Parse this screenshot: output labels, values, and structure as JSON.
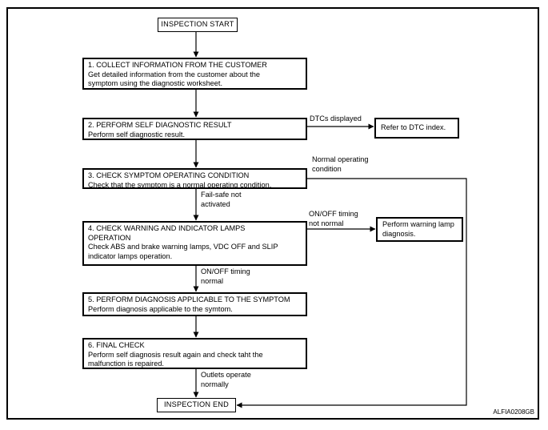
{
  "colors": {
    "line": "#000000",
    "background": "#ffffff",
    "text": "#000000"
  },
  "flow": {
    "start_label": "INSPECTION START",
    "end_label": "INSPECTION END",
    "figure_id": "ALFIA0208GB",
    "steps": [
      {
        "title": "1. COLLECT INFORMATION FROM THE CUSTOMER",
        "body": "Get detailed information from the customer about the\nsymptom using the diagnostic worksheet."
      },
      {
        "title": "2. PERFORM SELF DIAGNOSTIC RESULT",
        "body": "Perform self diagnostic result."
      },
      {
        "title": "3. CHECK SYMPTOM OPERATING CONDITION",
        "body": "Check that the symptom is a normal operating condition."
      },
      {
        "title": "4. CHECK WARNING AND INDICATOR LAMPS\nOPERATION",
        "body": "Check ABS and brake warning lamps, VDC OFF and SLIP\nindicator lamps operation."
      },
      {
        "title": "5. PERFORM DIAGNOSIS APPLICABLE TO THE SYMPTOM",
        "body": "Perform diagnosis applicable to the symtom."
      },
      {
        "title": "6. FINAL CHECK",
        "body": "Perform self diagnosis result again and check taht the\nmalfunction is repaired."
      }
    ],
    "branch_boxes": {
      "dtc_index": "Refer to DTC index.",
      "warning_lamp": "Perform warning lamp\ndiagnosis."
    },
    "edge_labels": {
      "dtcs_displayed": "DTCs displayed",
      "normal_operating_condition": "Normal operating\ncondition",
      "fail_safe_not_activated": "Fail-safe not\nactivated",
      "on_off_timing_not_normal": "ON/OFF timing\nnot normal",
      "on_off_timing_normal": "ON/OFF timing\nnormal",
      "outlets_operate_normally": "Outlets operate\nnormally"
    }
  }
}
